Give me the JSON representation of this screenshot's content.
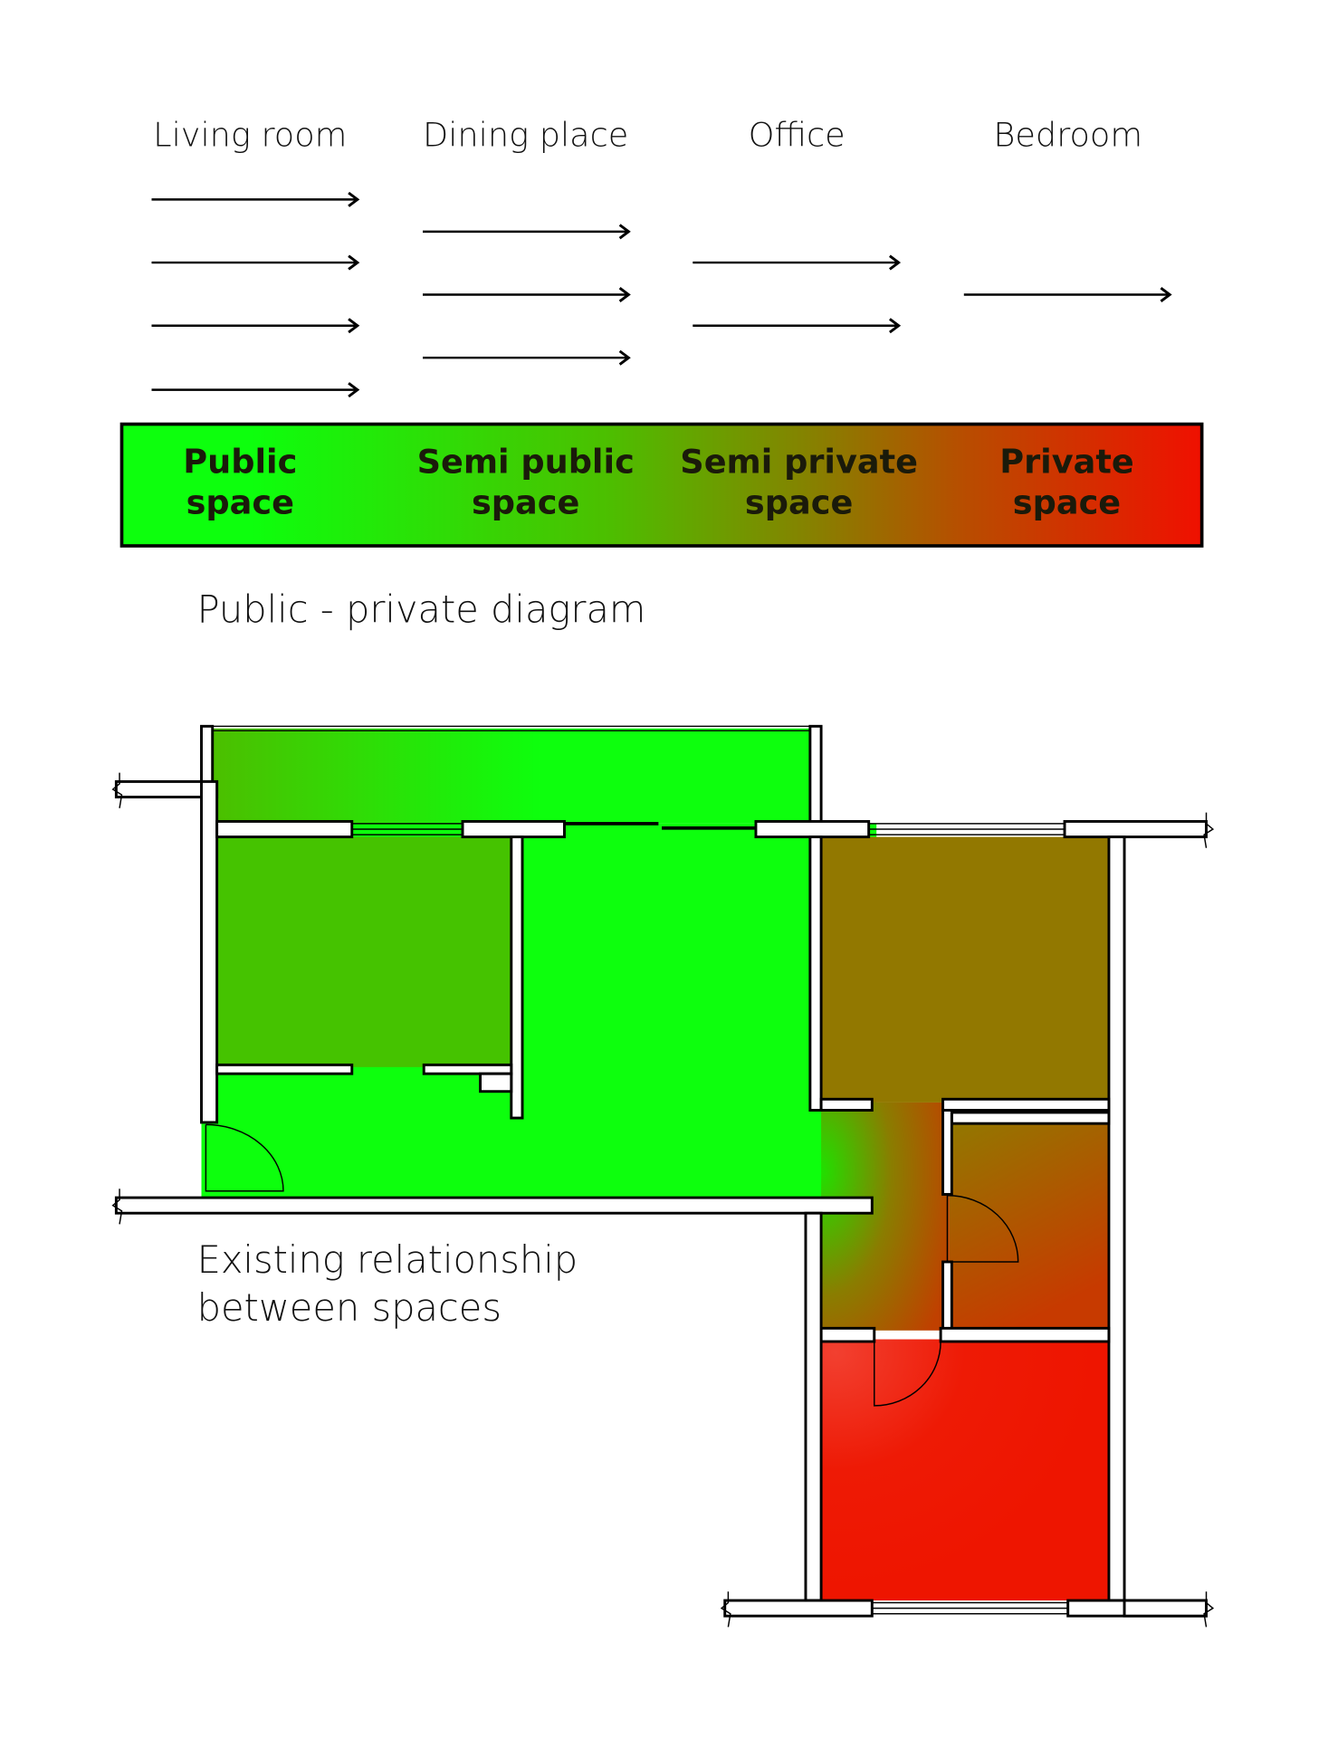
{
  "columns": [
    {
      "title": "Living room",
      "arrows": 4
    },
    {
      "title": "Dining place",
      "arrows": 3
    },
    {
      "title": "Office",
      "arrows": 2
    },
    {
      "title": "Bedroom",
      "arrows": 1
    }
  ],
  "scale_bar": {
    "labels": [
      {
        "line1": "Public",
        "line2": "space"
      },
      {
        "line1": "Semi public",
        "line2": "space"
      },
      {
        "line1": "Semi private",
        "line2": "space"
      },
      {
        "line1": "Private",
        "line2": "space"
      }
    ],
    "colors": {
      "public": "#0dff0d",
      "semi_public": "#4cbf00",
      "semi_private": "#937800",
      "private": "#ee1500"
    }
  },
  "diagram_caption": "Public - private diagram",
  "plan_caption": {
    "line1": "Existing relationship",
    "line2": "between spaces"
  }
}
